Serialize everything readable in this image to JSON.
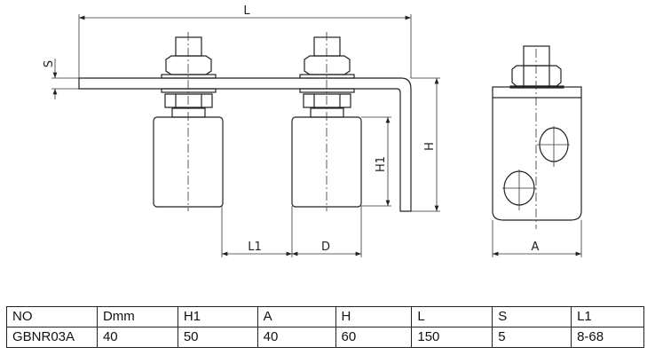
{
  "drawing": {
    "labels": {
      "L": "L",
      "S": "S",
      "H": "H",
      "H1": "H1",
      "L1": "L1",
      "D": "D",
      "A": "A"
    }
  },
  "table": {
    "headers": [
      "NO",
      "Dmm",
      "H1",
      "A",
      "H",
      "L",
      "S",
      "L1"
    ],
    "rows": [
      [
        "GBNR03A",
        "40",
        "50",
        "40",
        "60",
        "150",
        "5",
        "8-68"
      ]
    ]
  }
}
